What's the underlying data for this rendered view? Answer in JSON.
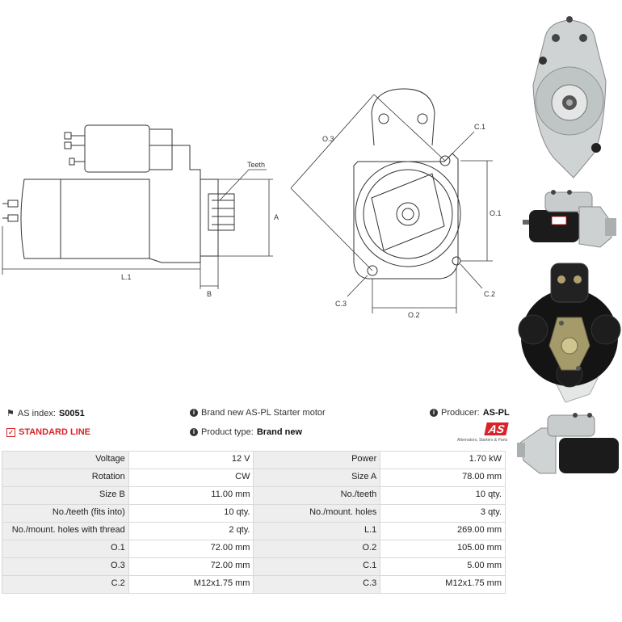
{
  "diagram": {
    "side_labels": {
      "teeth": "Teeth",
      "a": "A",
      "b": "B",
      "l1": "L.1"
    },
    "front_labels": {
      "o3": "O.3",
      "c1": "C.1",
      "o1": "O.1",
      "c2": "C.2",
      "c3": "C.3",
      "o2": "O.2"
    }
  },
  "header": {
    "as_index_label": "AS index:",
    "as_index_value": "S0051",
    "description": "Brand new AS-PL Starter motor",
    "producer_label": "Producer:",
    "producer_value": "AS-PL",
    "line_label": "STANDARD LINE",
    "product_type_label": "Product type:",
    "product_type_value": "Brand new",
    "logo_text": "AS",
    "logo_tagline": "Alternators, Starters & Parts"
  },
  "specs": [
    {
      "k1": "Voltage",
      "v1": "12 V",
      "k2": "Power",
      "v2": "1.70 kW"
    },
    {
      "k1": "Rotation",
      "v1": "CW",
      "k2": "Size A",
      "v2": "78.00 mm"
    },
    {
      "k1": "Size B",
      "v1": "11.00 mm",
      "k2": "No./teeth",
      "v2": "10 qty."
    },
    {
      "k1": "No./teeth (fits into)",
      "v1": "10 qty.",
      "k2": "No./mount. holes",
      "v2": "3 qty."
    },
    {
      "k1": "No./mount. holes with thread",
      "v1": "2 qty.",
      "k2": "L.1",
      "v2": "269.00 mm"
    },
    {
      "k1": "O.1",
      "v1": "72.00 mm",
      "k2": "O.2",
      "v2": "105.00 mm"
    },
    {
      "k1": "O.3",
      "v1": "72.00 mm",
      "k2": "C.1",
      "v2": "5.00 mm"
    },
    {
      "k1": "C.2",
      "v1": "M12x1.75 mm",
      "k2": "C.3",
      "v2": "M12x1.75 mm"
    }
  ],
  "colors": {
    "accent": "#d8232a",
    "label_bg": "#eeeeee",
    "border": "#d9d9d9"
  }
}
